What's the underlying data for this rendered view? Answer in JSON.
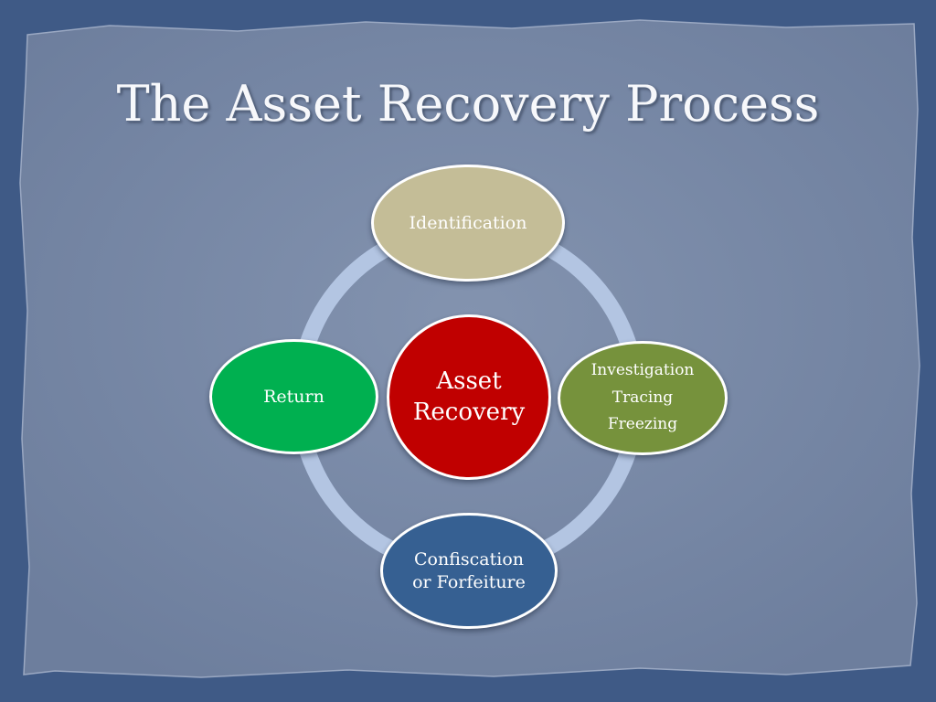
{
  "slide": {
    "title": "The Asset Recovery Process"
  },
  "diagram": {
    "center": {
      "lines": [
        "Asset",
        "Recovery"
      ],
      "color": "#c00000"
    },
    "ring_color": "#b3c5e2",
    "nodes": [
      {
        "id": "identification",
        "lines": [
          "Identification"
        ],
        "color": "#c4bd97"
      },
      {
        "id": "investigation",
        "lines": [
          "Investigation",
          "Tracing",
          "Freezing"
        ],
        "color": "#76923c"
      },
      {
        "id": "confiscation",
        "lines": [
          "Confiscation",
          "or Forfeiture"
        ],
        "color": "#366092"
      },
      {
        "id": "return",
        "lines": [
          "Return"
        ],
        "color": "#00b050"
      }
    ]
  },
  "colors": {
    "background_outer": "#3f5a86",
    "paper": "#7a8aa7",
    "title_text": "#f7f8fb"
  }
}
